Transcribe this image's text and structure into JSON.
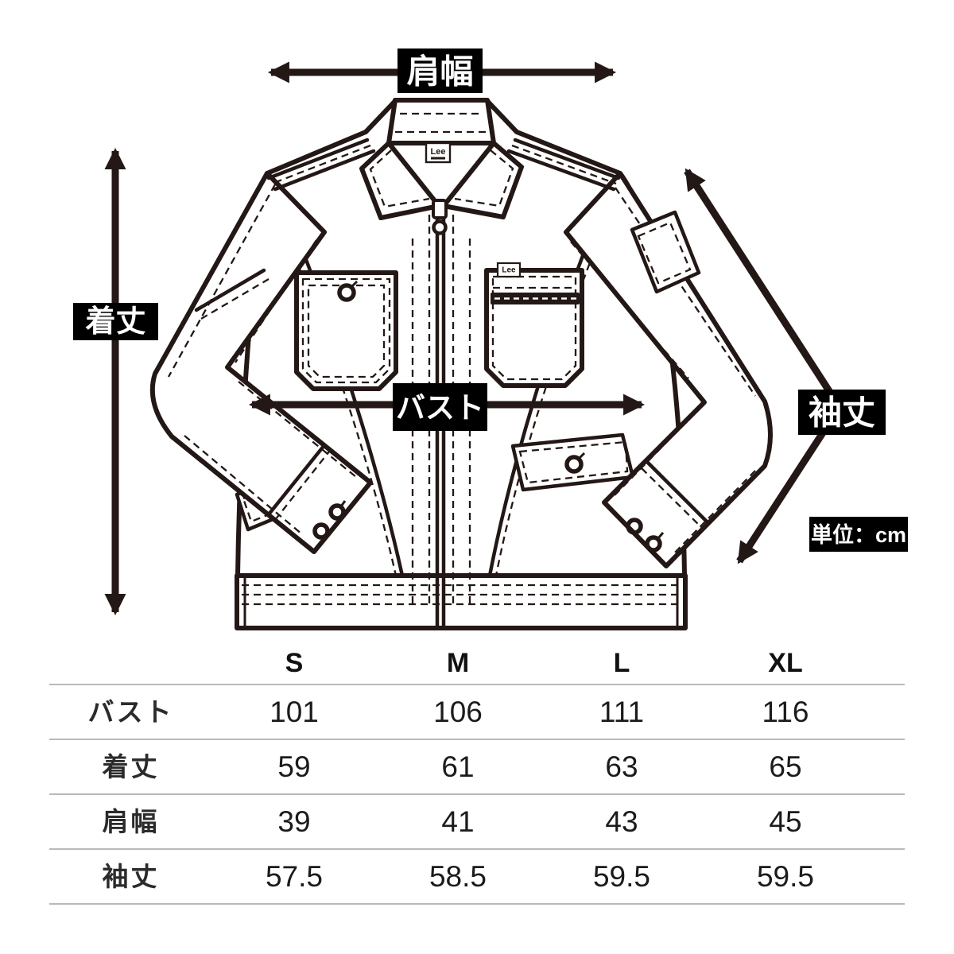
{
  "brand_tag": "Lee",
  "unit_note": "単位：cm",
  "diagram_labels": {
    "shoulder_width": "肩幅",
    "body_length": "着丈",
    "bust": "バスト",
    "sleeve_length": "袖丈"
  },
  "size_table": {
    "columns": [
      "S",
      "M",
      "L",
      "XL"
    ],
    "rows": [
      {
        "label": "バスト",
        "values": [
          "101",
          "106",
          "111",
          "116"
        ]
      },
      {
        "label": "着丈",
        "values": [
          "59",
          "61",
          "63",
          "65"
        ]
      },
      {
        "label": "肩幅",
        "values": [
          "39",
          "41",
          "43",
          "45"
        ]
      },
      {
        "label": "袖丈",
        "values": [
          "57.5",
          "58.5",
          "59.5",
          "59.5"
        ]
      }
    ]
  },
  "chart_data": {
    "type": "table",
    "unit": "cm",
    "columns": [
      "S",
      "M",
      "L",
      "XL"
    ],
    "rows": [
      [
        "バスト",
        101,
        106,
        111,
        116
      ],
      [
        "着丈",
        59,
        61,
        63,
        65
      ],
      [
        "肩幅",
        39,
        41,
        43,
        45
      ],
      [
        "袖丈",
        57.5,
        58.5,
        59.5,
        59.5
      ]
    ]
  },
  "colors": {
    "line_art": "#231815",
    "label_bg": "#000000",
    "label_text": "#ffffff",
    "table_divider": "#b9b9b9"
  }
}
